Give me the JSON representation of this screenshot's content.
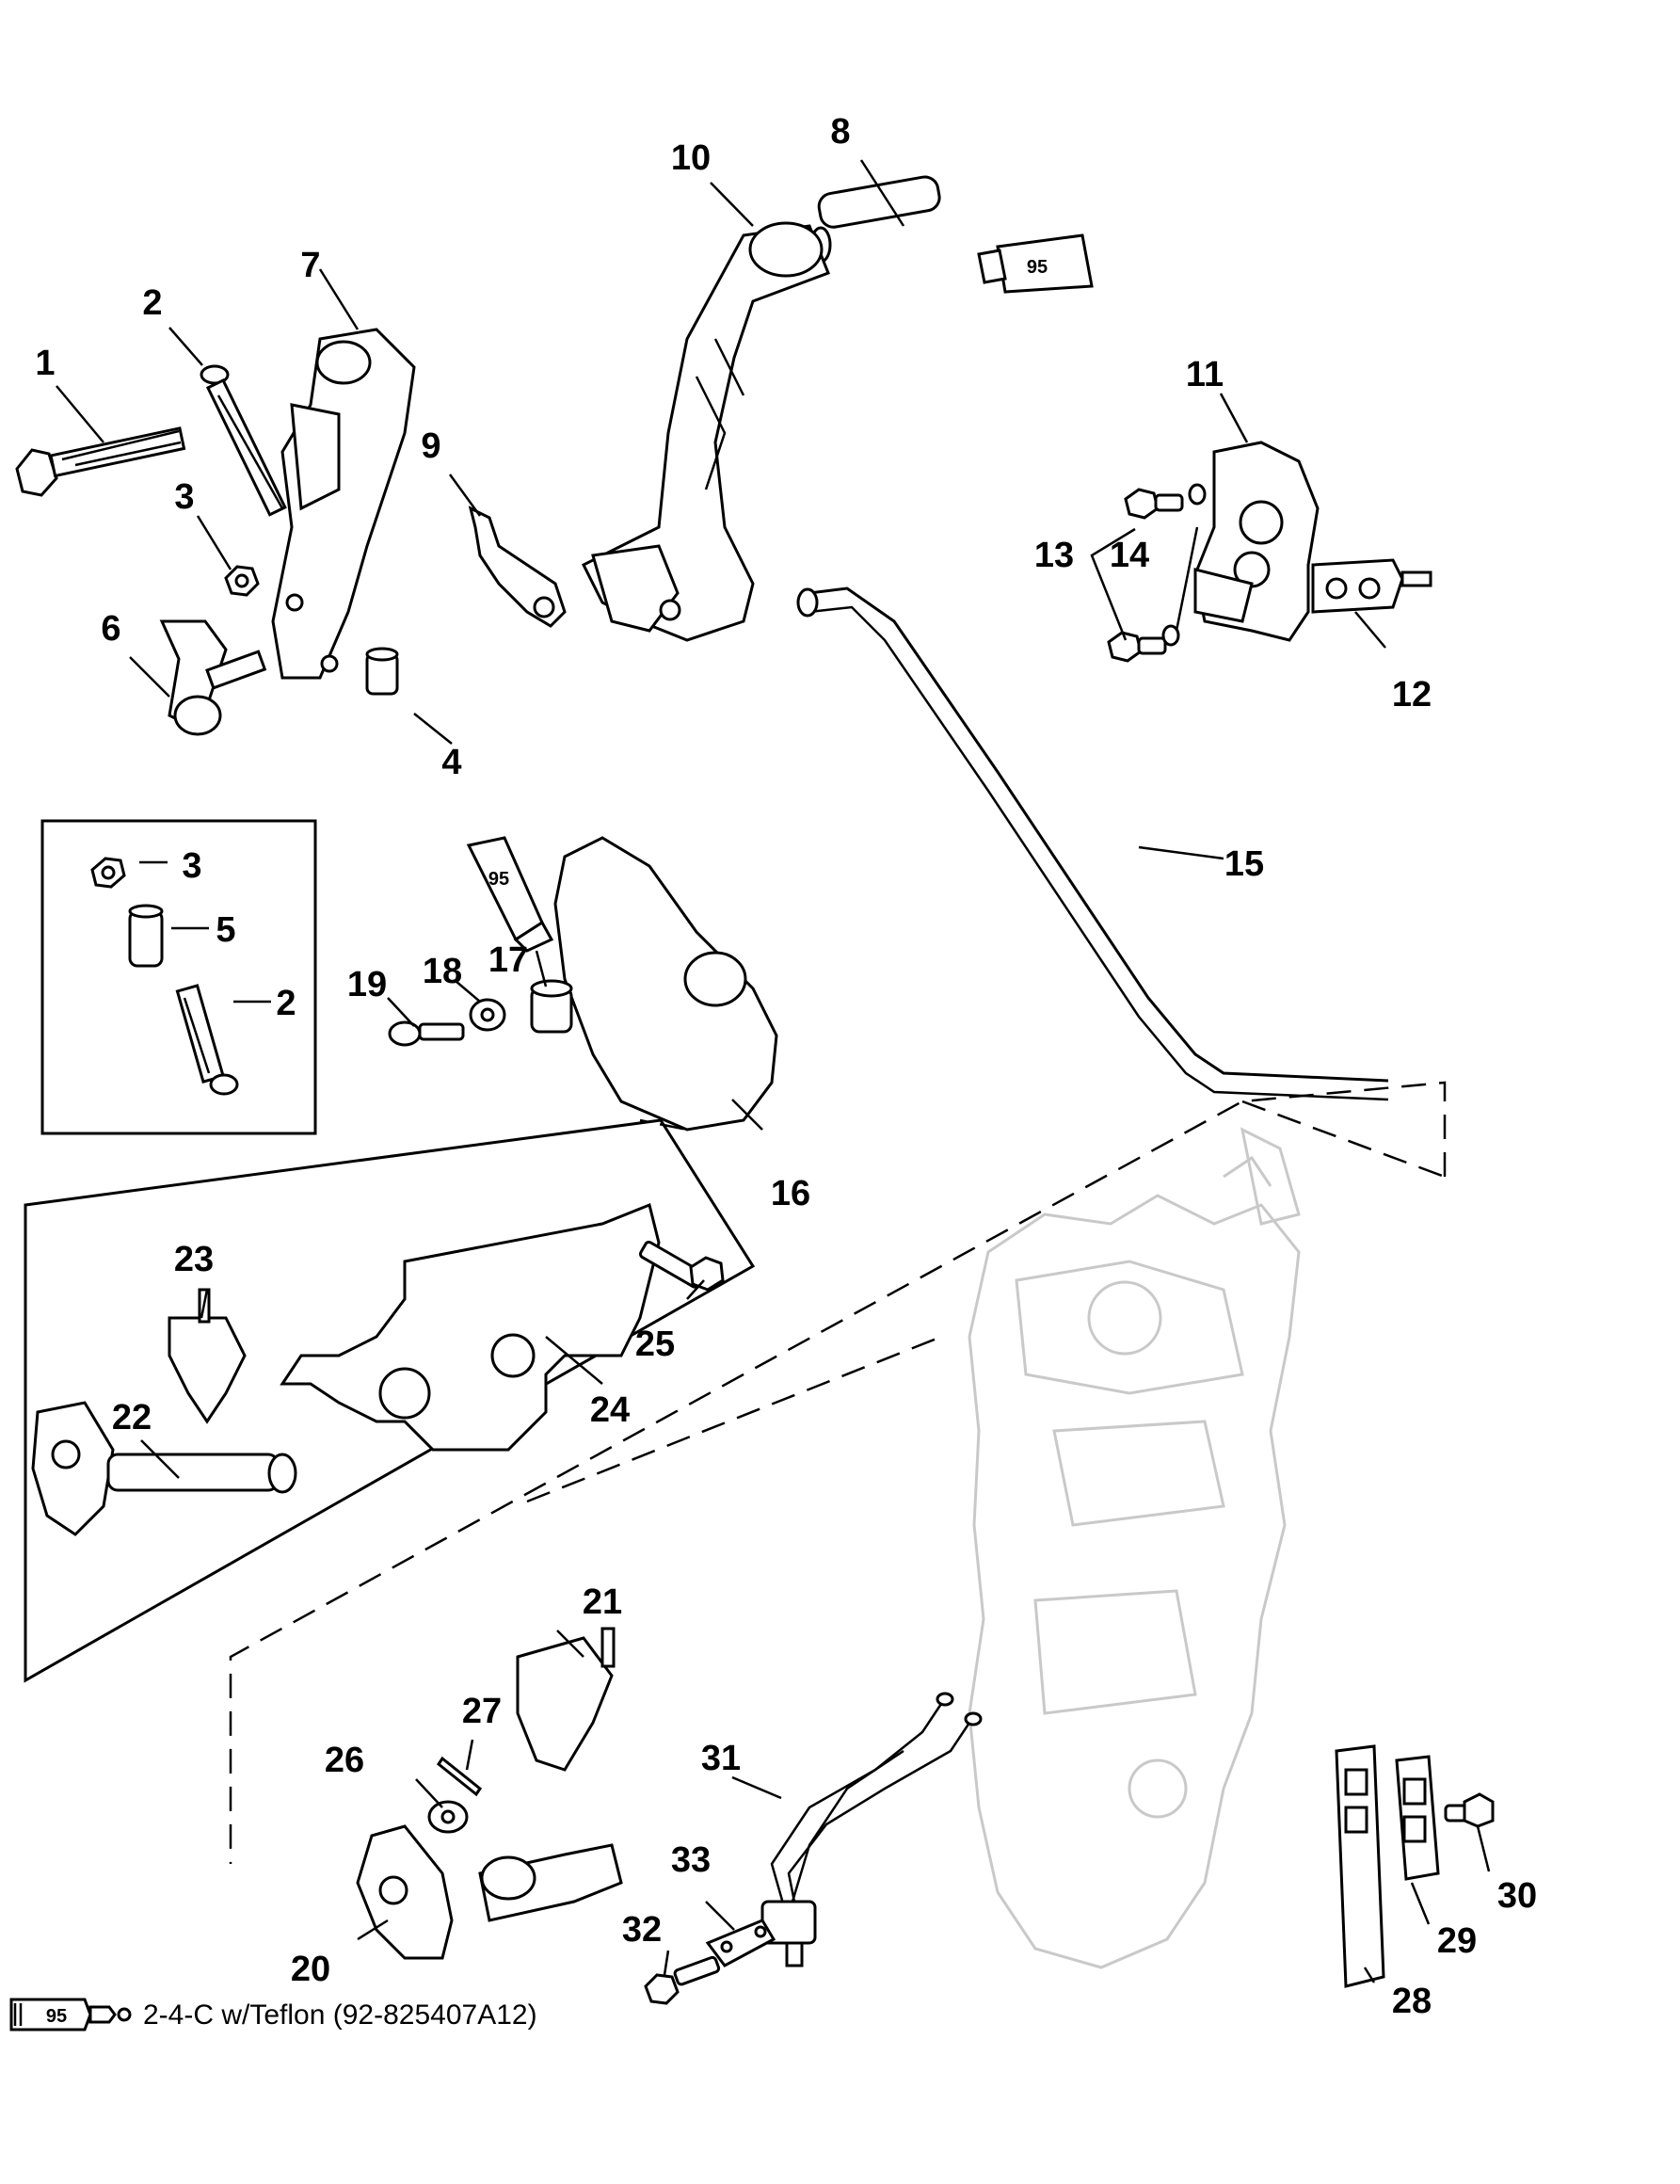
{
  "callouts": {
    "c1": "1",
    "c2": "2",
    "c3": "3",
    "c4": "4",
    "c5": "5",
    "c6": "6",
    "c7": "7",
    "c8": "8",
    "c9": "9",
    "c10": "10",
    "c11": "11",
    "c12": "12",
    "c13": "13",
    "c14": "14",
    "c15": "15",
    "c16": "16",
    "c17": "17",
    "c18": "18",
    "c19": "19",
    "c20": "20",
    "c21": "21",
    "c22": "22",
    "c23": "23",
    "c24": "24",
    "c25": "25",
    "c26": "26",
    "c27": "27",
    "c28": "28",
    "c29": "29",
    "c30": "30",
    "c31": "31",
    "c32": "32",
    "c33": "33",
    "inset_3": "3",
    "inset_5": "5",
    "inset_2": "2"
  },
  "sealant_tube_label": "95",
  "legend": {
    "tube_label": "95",
    "text": "2-4-C w/Teflon (92-825407A12)"
  }
}
